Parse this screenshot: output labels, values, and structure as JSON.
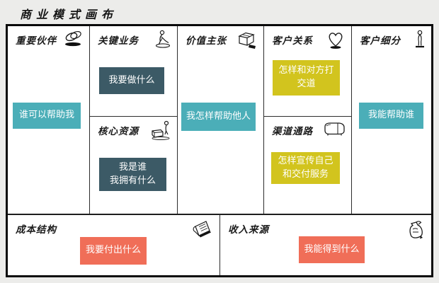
{
  "page_title": "商业模式画布",
  "colors": {
    "teal": "#4BAEB8",
    "dark_slate": "#3C5A66",
    "yellow": "#D2C41E",
    "coral": "#F06E58",
    "background": "#ECECEA",
    "canvas": "#FFFFFF",
    "border": "#0A0A0A"
  },
  "sections": {
    "key_partners": {
      "title": "重要伙伴",
      "icon": "linked-rings-icon",
      "note": "谁可以帮助我",
      "note_color": "teal"
    },
    "key_activities": {
      "title": "关键业务",
      "icon": "working-person-icon",
      "note": "我要做什么",
      "note_color": "dark_slate"
    },
    "key_resources": {
      "title": "核心资源",
      "icon": "person-with-box-icon",
      "note": "我是谁\n我拥有什么",
      "note_color": "dark_slate"
    },
    "value_proposition": {
      "title": "价值主张",
      "icon": "gift-box-icon",
      "note": "我怎样帮助他人",
      "note_color": "teal"
    },
    "customer_relationships": {
      "title": "客户关系",
      "icon": "heart-icon",
      "note": "怎样和对方打\n交道",
      "note_color": "yellow"
    },
    "channels": {
      "title": "渠道通路",
      "icon": "delivery-truck-icon",
      "note": "怎样宣传自己\n和交付服务",
      "note_color": "yellow"
    },
    "customer_segments": {
      "title": "客户细分",
      "icon": "standing-person-icon",
      "note": "我能帮助谁",
      "note_color": "teal"
    },
    "cost_structure": {
      "title": "成本结构",
      "icon": "paper-notes-icon",
      "note": "我要付出什么",
      "note_color": "coral"
    },
    "revenue_streams": {
      "title": "收入来源",
      "icon": "money-bag-icon",
      "note": "我能得到什么",
      "note_color": "coral"
    }
  }
}
